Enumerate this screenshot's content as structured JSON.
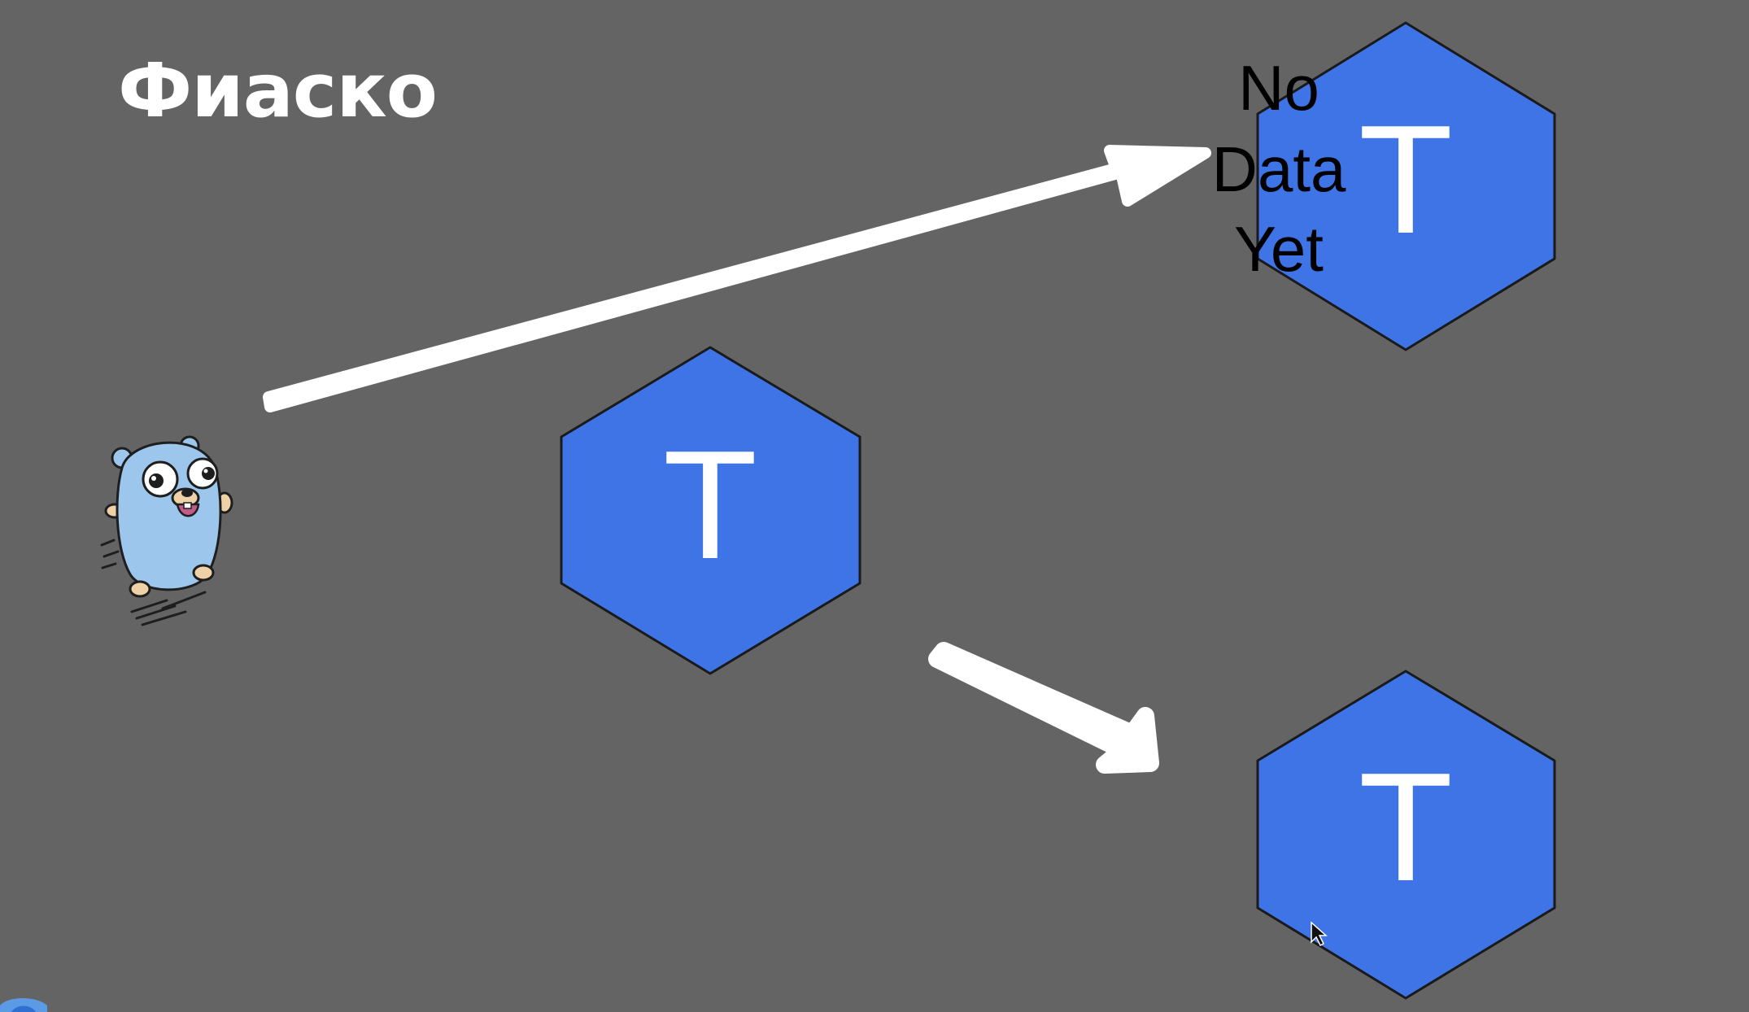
{
  "slide": {
    "title": "Фиаско"
  },
  "nodes": [
    {
      "id": "source-node",
      "label": "T"
    },
    {
      "id": "target-top-node",
      "label": "T"
    },
    {
      "id": "target-bottom-node",
      "label": "T"
    }
  ],
  "annotation": {
    "lines": [
      "No",
      "Data",
      "Yet"
    ]
  },
  "colors": {
    "background": "#646464",
    "node_fill": "#3e74e6",
    "node_stroke": "#1a1a1a",
    "arrow": "#ffffff",
    "annotation_text": "#000000"
  },
  "icons": {
    "mascot": "gopher-icon",
    "cursor": "mouse-pointer-icon"
  }
}
